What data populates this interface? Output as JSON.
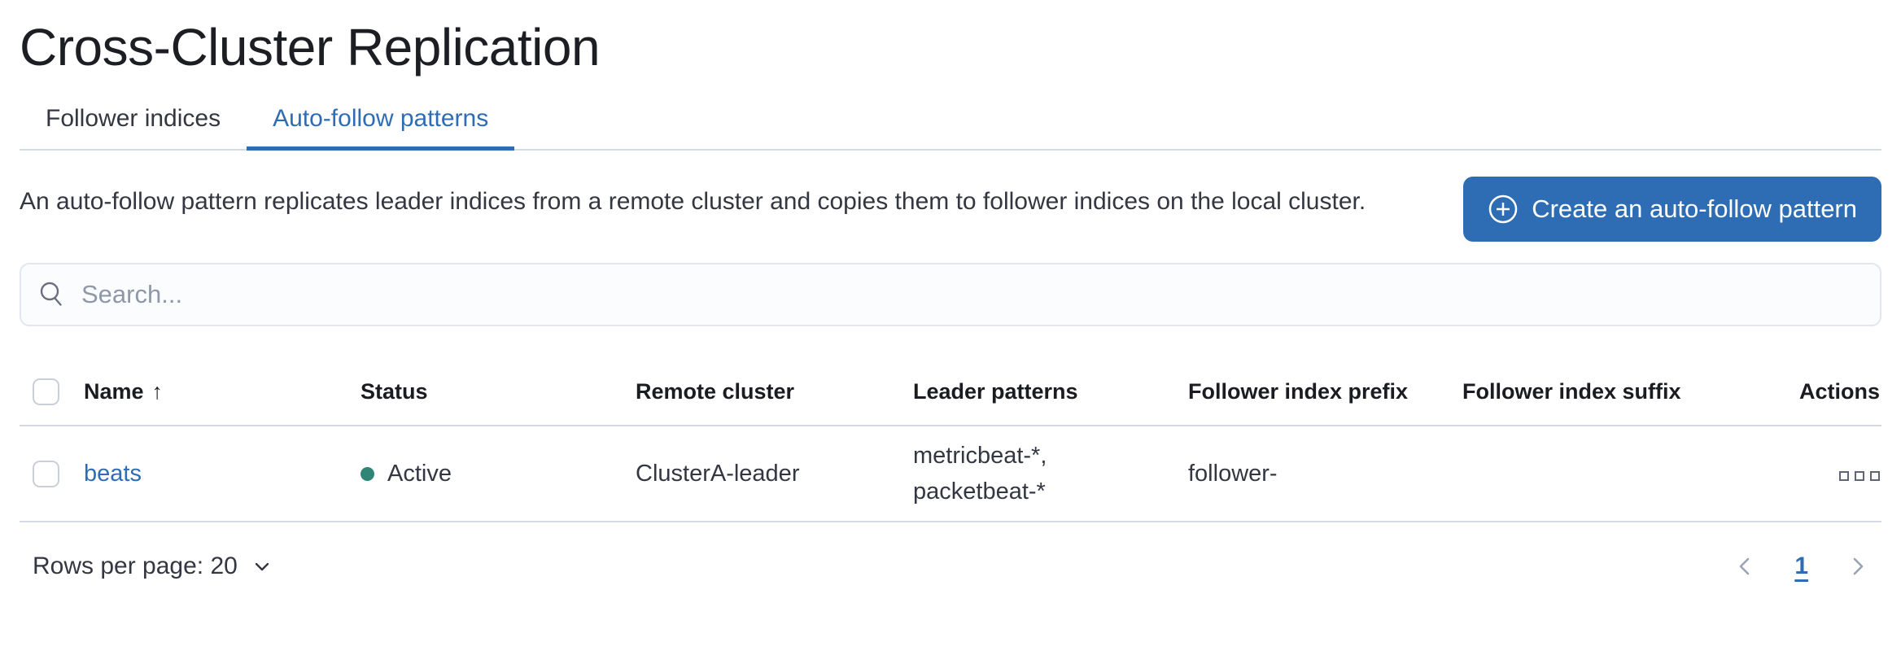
{
  "page": {
    "title": "Cross-Cluster Replication"
  },
  "tabs": [
    {
      "label": "Follower indices",
      "selected": false
    },
    {
      "label": "Auto-follow patterns",
      "selected": true
    }
  ],
  "intro": {
    "description": "An auto-follow pattern replicates leader indices from a remote cluster and copies them to follower indices on the local cluster.",
    "create_button_label": "Create an auto-follow pattern"
  },
  "search": {
    "placeholder": "Search...",
    "value": ""
  },
  "table": {
    "columns": {
      "name": "Name",
      "status": "Status",
      "remote_cluster": "Remote cluster",
      "leader_patterns": "Leader patterns",
      "follower_index_prefix": "Follower index prefix",
      "follower_index_suffix": "Follower index suffix",
      "actions": "Actions"
    },
    "sort": {
      "column": "Name",
      "direction": "ascending",
      "glyph": "↑"
    },
    "rows": [
      {
        "name": "beats",
        "status": "Active",
        "remote_cluster": "ClusterA-leader",
        "leader_patterns_line1": "metricbeat-*,",
        "leader_patterns_line2": "packetbeat-*",
        "follower_index_prefix": "follower-",
        "follower_index_suffix": ""
      }
    ]
  },
  "pagination": {
    "rows_per_page": "Rows per page: 20",
    "current_page": "1"
  },
  "colors": {
    "primary": "#2e6cb4",
    "status_active_dot": "#2f8576",
    "border": "#d3dae6",
    "text": "#343741",
    "title": "#1d1e24"
  }
}
